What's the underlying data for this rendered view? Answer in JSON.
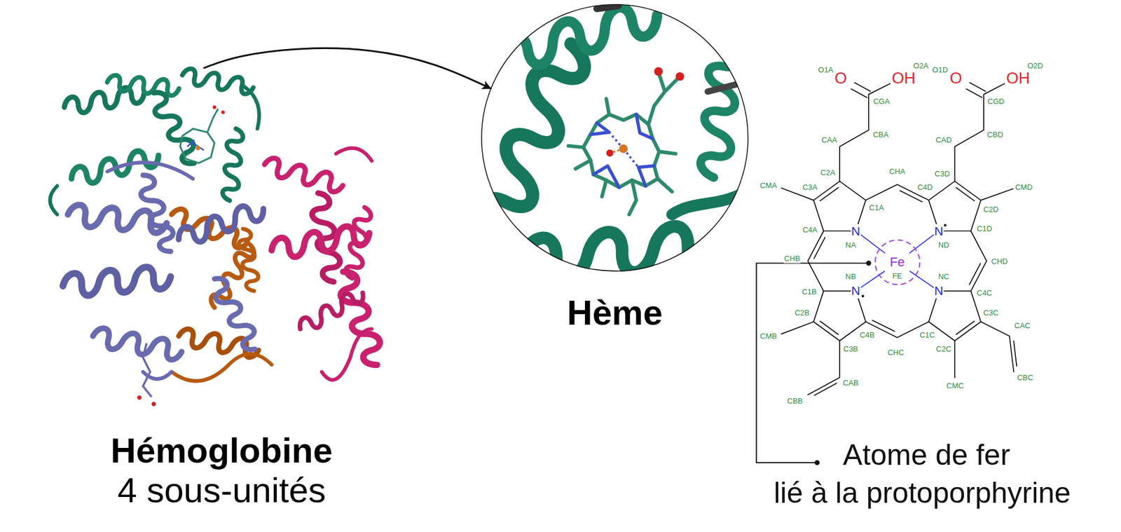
{
  "diagram": {
    "nodes": [
      {
        "text": [
          "Hémoglobine",
          "4 sous-unités"
        ]
      },
      {
        "text": [
          "Hème"
        ]
      },
      {
        "text": [
          "Fe",
          "FE"
        ]
      }
    ],
    "edges": [
      {
        "from": 0,
        "to": 1,
        "arrow": "to"
      }
    ],
    "labels": [
      "O1A",
      "O2A",
      "O1D",
      "O2D",
      "O",
      "OH",
      "O",
      "OH",
      "CGA",
      "CGD",
      "CBA",
      "CAA",
      "CAD",
      "CBD",
      "CHA",
      "C2A",
      "C3D",
      "CMA",
      "C3A",
      "C4D",
      "CMD",
      "C1A",
      "C2D",
      "C4A",
      "N",
      "N",
      "C1D",
      "NA",
      "ND",
      "CHB",
      "CHD",
      "NB",
      "NC",
      "N",
      "N",
      "C1B",
      "C4C",
      "C2B",
      "C3C",
      "CAC",
      "CMB",
      "C4B",
      "C1C",
      "C3B",
      "CHC",
      "C2C",
      "CBC",
      "CAB",
      "CMC",
      "CBB",
      "Atome de fer",
      "lié à la protoporphyrine"
    ]
  }
}
